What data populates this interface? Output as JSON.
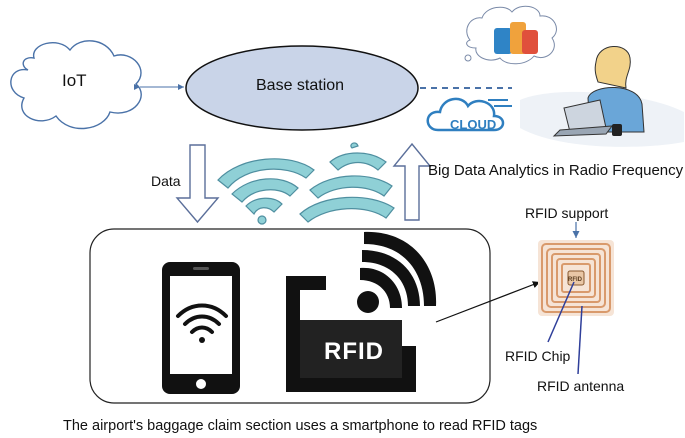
{
  "labels": {
    "iot": "IoT",
    "base_station": "Base station",
    "data": "Data",
    "big_data": "Big Data Analytics in Radio Frequency",
    "cloud": "CLOUD",
    "rfid_support": "RFID support",
    "rfid_chip": "RFID Chip",
    "rfid_antenna": "RFID antenna",
    "rfid_logo": "RFID",
    "chip_mark": "RFID",
    "caption": "The airport's baggage claim section uses a smartphone to read RFID tags"
  },
  "colors": {
    "ellipse_fill": "#c9d4e8",
    "wave_fill": "#8fd0d6",
    "wave_stroke": "#4f8fa0",
    "arrow_fill": "#ffffff",
    "arrow_stroke": "#5b6f9a",
    "dashed_line": "#4a72a8",
    "copper": "#d99a6c",
    "cloud_icon": "#2f7fc0"
  },
  "icons": [
    "cloud-icon",
    "smartphone-icon",
    "wifi-icon",
    "rfid-tag-icon",
    "rfid-chip-icon",
    "person-laptop-icon",
    "luggage-icon"
  ]
}
